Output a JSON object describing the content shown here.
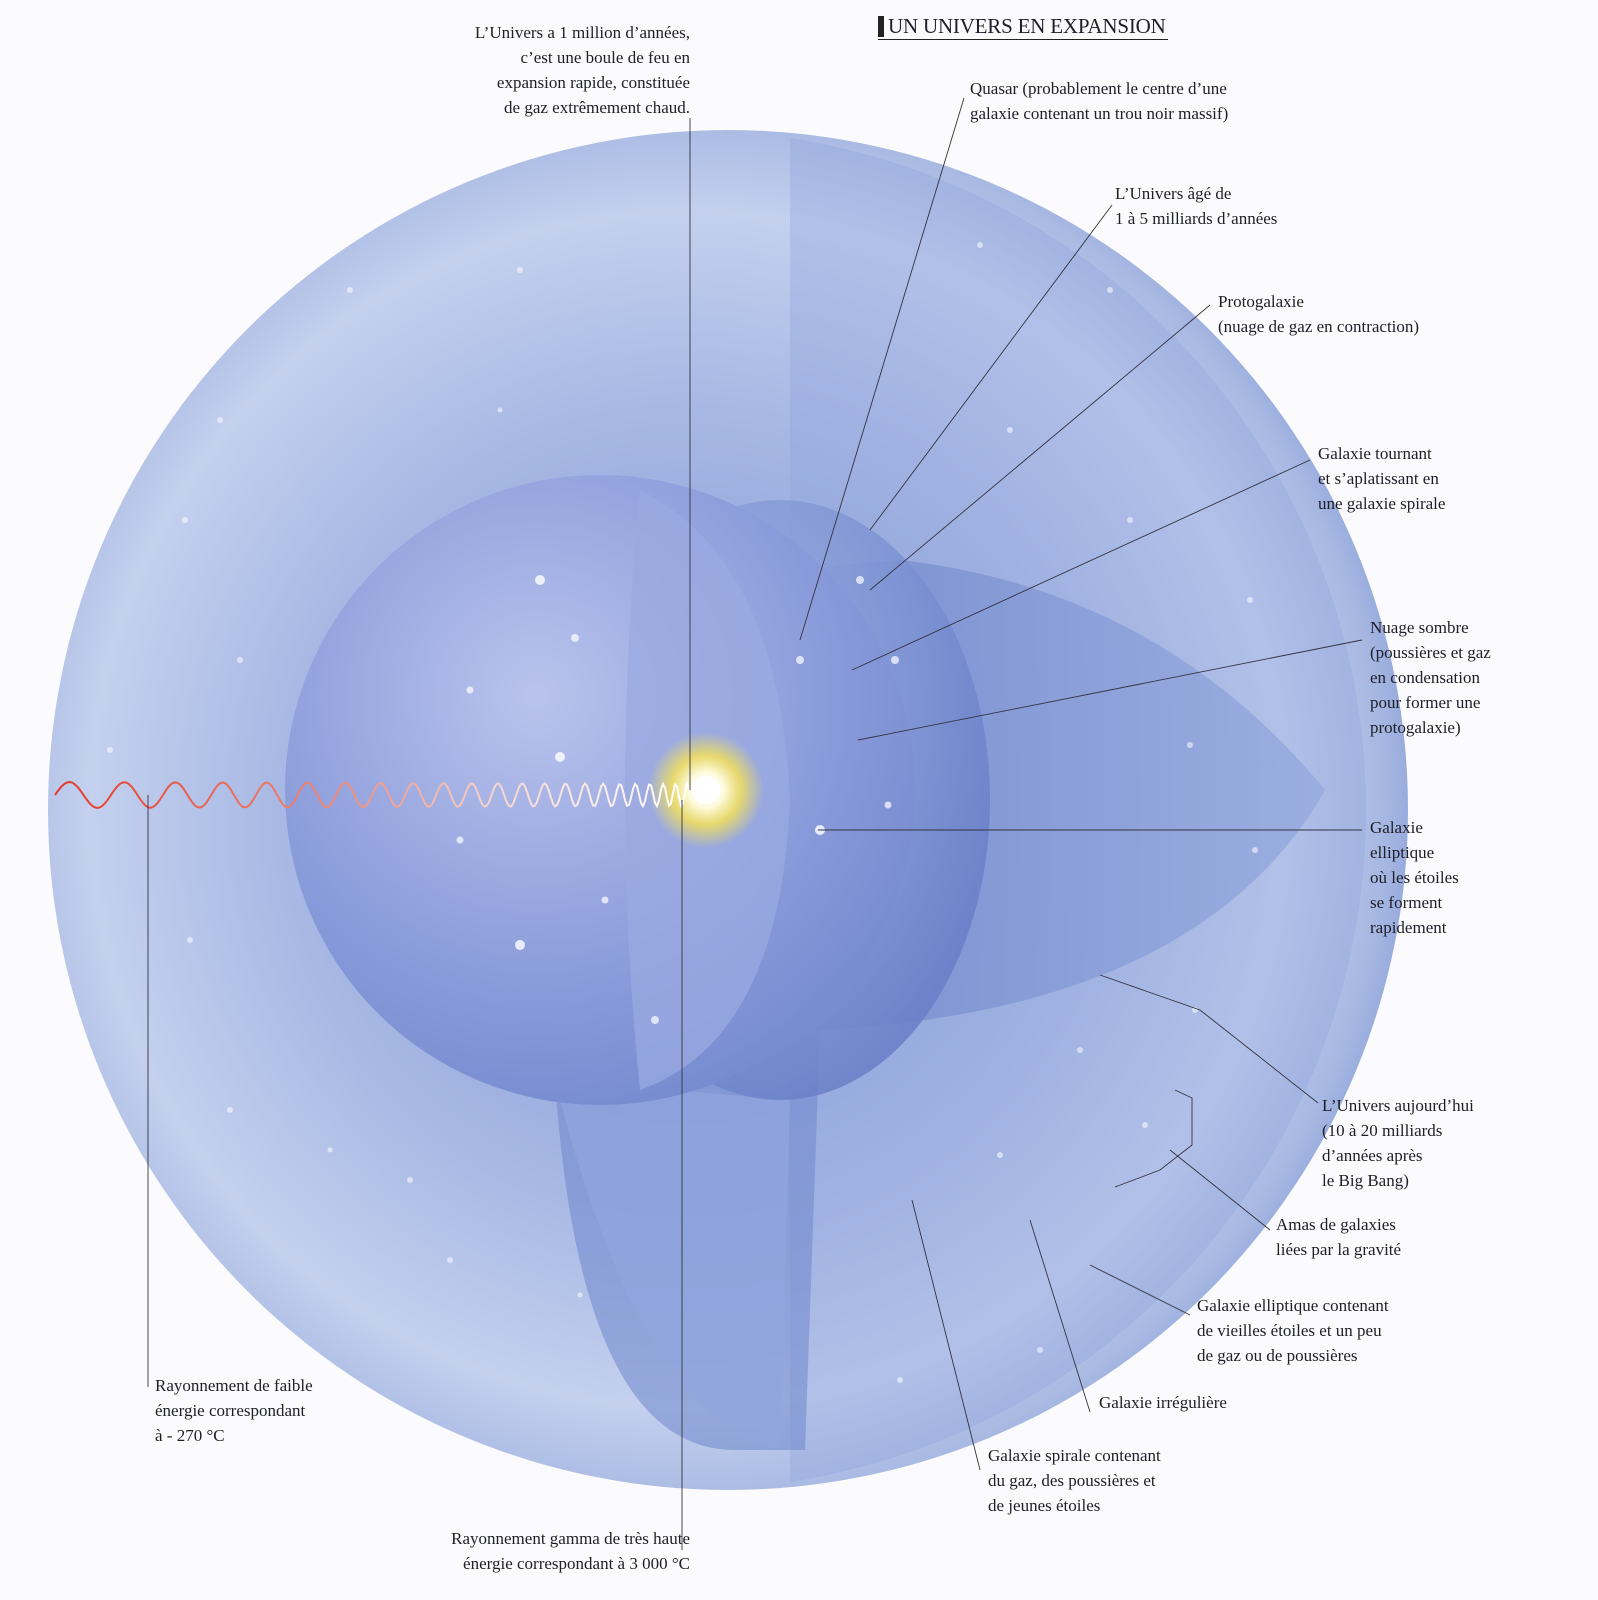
{
  "title": "UN UNIVERS EN EXPANSION",
  "labels": {
    "fireball": "L’Univers a 1 million d’années,\nc’est une boule de feu en\nexpansion rapide, constituée\nde gaz extrêmement chaud.",
    "quasar": "Quasar (probablement le centre d’une\ngalaxie contenant un trou noir massif)",
    "age_1_5": "L’Univers âgé de\n1 à 5 milliards d’années",
    "protogalaxy": "Protogalaxie\n(nuage de gaz en contraction)",
    "spinning_galaxy": "Galaxie tournant\net s’aplatissant en\nune galaxie spirale",
    "dark_cloud": "Nuage sombre\n(poussières et gaz\nen condensation\npour former une\nprotogalaxie)",
    "elliptical_forming": "Galaxie\nelliptique\noù les étoiles\nse forment\nrapidement",
    "universe_today": "L’Univers aujourd’hui\n(10 à 20 milliards\nd’années après\nle Big Bang)",
    "clusters": "Amas de galaxies\nliées par la gravité",
    "elliptical_old": "Galaxie elliptique contenant\nde vieilles étoiles et un peu\nde gaz ou de poussières",
    "irregular": "Galaxie irrégulière",
    "spiral": "Galaxie spirale contenant\ndu gaz, des poussières et\nde jeunes étoiles",
    "low_energy": "Rayonnement de faible\nénergie correspondant\nà - 270 °C",
    "gamma": "Rayonnement gamma de très haute\nénergie correspondant à  3 000 °C"
  },
  "colors": {
    "outer_sphere": "#9eb1e0",
    "middle_sphere": "#8fa3dc",
    "inner_sphere": "#8a9ed8",
    "core": "#ffffff",
    "core_glow": "#f4e15a",
    "wave_cold": "#e23b2a",
    "wave_hot": "#ffffff",
    "leader_line": "#333340"
  }
}
